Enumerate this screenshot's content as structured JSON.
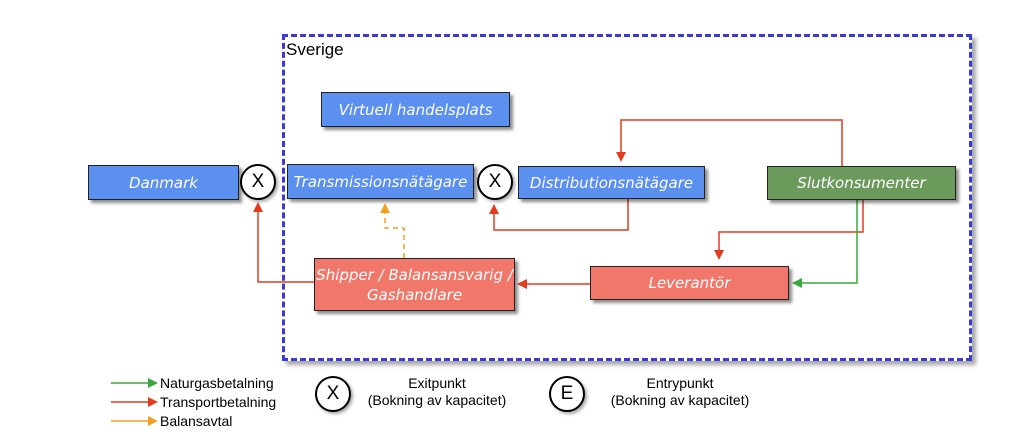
{
  "region": {
    "label": "Sverige"
  },
  "nodes": {
    "virtuell": "Virtuell handelsplats",
    "danmark": "Danmark",
    "transmission": "Transmissionsnätägare",
    "distribution": "Distributionsnätägare",
    "slutkonsumenter": "Slutkonsumenter",
    "shipper_line1": "Shipper / Balansansvarig /",
    "shipper_line2": "Gashandlare",
    "leverantor": "Leverantör"
  },
  "points": {
    "exit_symbol": "X"
  },
  "legend": {
    "flows": [
      {
        "label": "Naturgasbetalning",
        "color": "#3aa83a"
      },
      {
        "label": "Transportbetalning",
        "color": "#e53a1e"
      },
      {
        "label": "Balansavtal",
        "color": "#f5a023"
      }
    ],
    "exit": {
      "symbol": "X",
      "title": "Exitpunkt",
      "subtitle": "(Bokning av kapacitet)"
    },
    "entry": {
      "symbol": "E",
      "title": "Entrypunkt",
      "subtitle": "(Bokning av kapacitet)"
    }
  },
  "colors": {
    "region_border": "#3a3ad8",
    "blue_box": "#5b8ff0",
    "green_box": "#6c9a5c",
    "red_box": "#f0776a"
  }
}
